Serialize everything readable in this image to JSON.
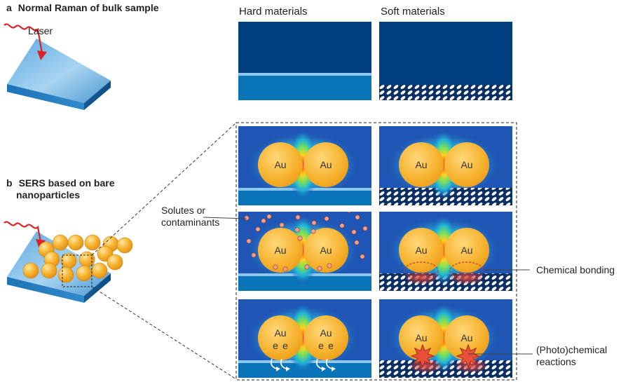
{
  "panel_a": {
    "letter": "a",
    "title": "Normal Raman of bulk sample",
    "laser_label": "Laser"
  },
  "panel_b": {
    "letter": "b",
    "title_line1": "SERS based on bare",
    "title_line2": "nanoparticles"
  },
  "columns": {
    "hard": "Hard materials",
    "soft": "Soft materials"
  },
  "particle_label": "Au",
  "electron_label": "e",
  "callouts": {
    "solutes_line1": "Solutes or",
    "solutes_line2": "contaminants",
    "chemical_bonding": "Chemical bonding",
    "photo_line1": "(Photo)chemical",
    "photo_line2": "reactions"
  },
  "colors": {
    "navy": "#003f7d",
    "substrate_blue": "#0a74b8",
    "field_blue": "#1f55b4",
    "gold": "#f7b12e",
    "laser_red": "#d92228",
    "contaminant": "#f4a08c",
    "bond_red": "#d6453d"
  }
}
